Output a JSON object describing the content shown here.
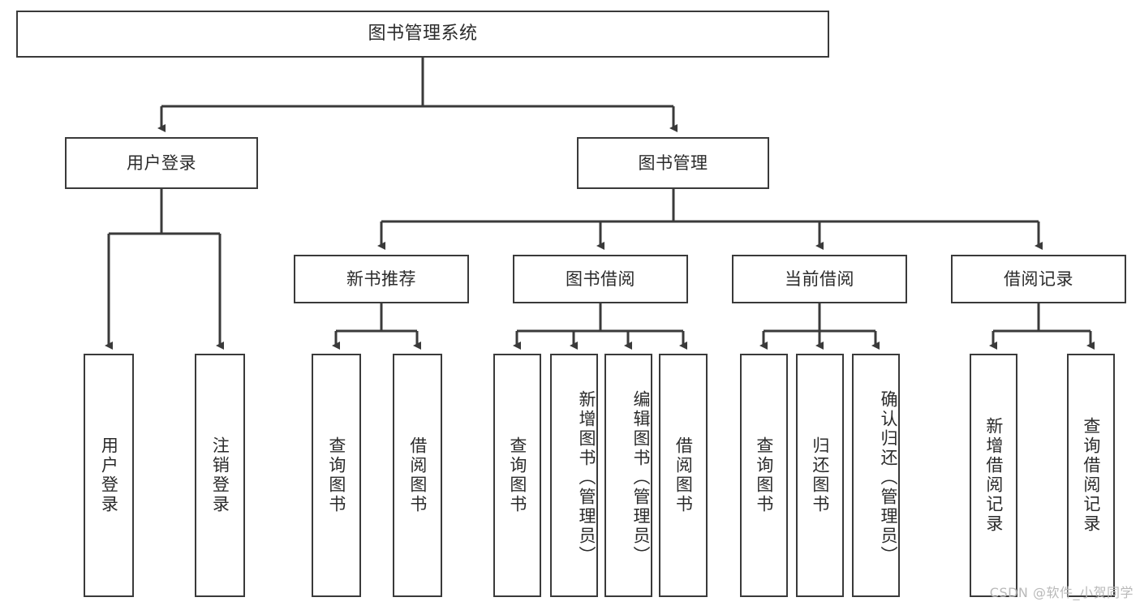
{
  "diagram": {
    "title": "图书管理系统",
    "type": "功能结构图",
    "root": {
      "label": "图书管理系统"
    },
    "level2": [
      {
        "label": "用户登录"
      },
      {
        "label": "图书管理"
      }
    ],
    "level3": [
      {
        "label": "新书推荐",
        "parent": "图书管理"
      },
      {
        "label": "图书借阅",
        "parent": "图书管理"
      },
      {
        "label": "当前借阅",
        "parent": "图书管理"
      },
      {
        "label": "借阅记录",
        "parent": "图书管理"
      }
    ],
    "leaves": {
      "user_login": [
        {
          "label": "用户登录"
        },
        {
          "label": "注销登录"
        }
      ],
      "new_book_recommend": [
        {
          "label": "查询图书"
        },
        {
          "label": "借阅图书"
        }
      ],
      "book_borrow": [
        {
          "label": "查询图书"
        },
        {
          "label": "新增图书（管理员）"
        },
        {
          "label": "编辑图书（管理员）"
        },
        {
          "label": "借阅图书"
        }
      ],
      "current_borrow": [
        {
          "label": "查询图书"
        },
        {
          "label": "归还图书"
        },
        {
          "label": "确认归还（管理员）"
        }
      ],
      "borrow_record": [
        {
          "label": "新增借阅记录"
        },
        {
          "label": "查询借阅记录"
        }
      ]
    }
  },
  "watermark": {
    "text": "CSDN @软件_小贺同学"
  },
  "colors": {
    "stroke": "#3a3a3a",
    "text": "#2b2b2b",
    "background": "#ffffff",
    "watermark": "#b9b9b9"
  }
}
